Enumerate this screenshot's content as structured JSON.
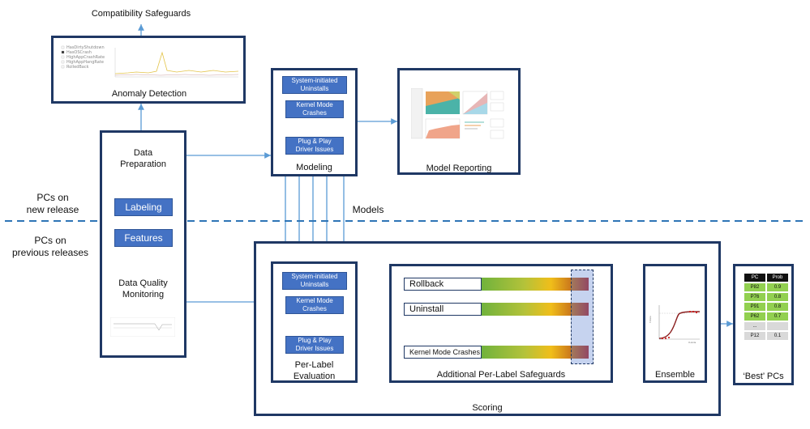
{
  "titles": {
    "compat_safeguards": "Compatibility Safeguards",
    "anomaly_detection": "Anomaly Detection",
    "data_preparation": "Data\nPreparation",
    "labeling": "Labeling",
    "features": "Features",
    "data_quality": "Data Quality\nMonitoring",
    "modeling": "Modeling",
    "model_reporting": "Model Reporting",
    "models": "Models",
    "per_label_evaluation": "Per-Label\nEvaluation",
    "additional_safeguards": "Additional Per-Label Safeguards",
    "ensemble": "Ensemble",
    "scoring": "Scoring",
    "best_pcs": "‘Best’ PCs"
  },
  "side_labels": {
    "new_release": "PCs on\nnew release",
    "previous_releases": "PCs on\nprevious releases"
  },
  "modeling_pills": [
    "System-initiated\nUninstalls",
    "Kernel Mode\nCrashes",
    "Plug & Play\nDriver Issues"
  ],
  "eval_pills": [
    "System-initiated\nUninstalls",
    "Kernel Mode\nCrashes",
    "Plug & Play\nDriver Issues"
  ],
  "safeguard_bars": [
    "Rollback",
    "Uninstall",
    "Kernel Mode Crashes"
  ],
  "anomaly_legend": [
    "HasDirtyShutdown",
    "HasOSCrash",
    "HighAppCrashRate",
    "HighAppHangRate",
    "RolledBack"
  ],
  "best_table": {
    "headers": [
      "PC",
      "Prob"
    ],
    "rows": [
      [
        "P82",
        "0.9"
      ],
      [
        "P76",
        "0.8"
      ],
      [
        "P91",
        "0.8"
      ],
      [
        "P62",
        "0.7"
      ],
      [
        "...",
        ""
      ],
      [
        "P12",
        "0.1"
      ]
    ]
  },
  "colors": {
    "box_border": "#1f3864",
    "pill": "#4472c4",
    "arrow": "#5b9bd5",
    "dashed": "#2e75b6"
  }
}
